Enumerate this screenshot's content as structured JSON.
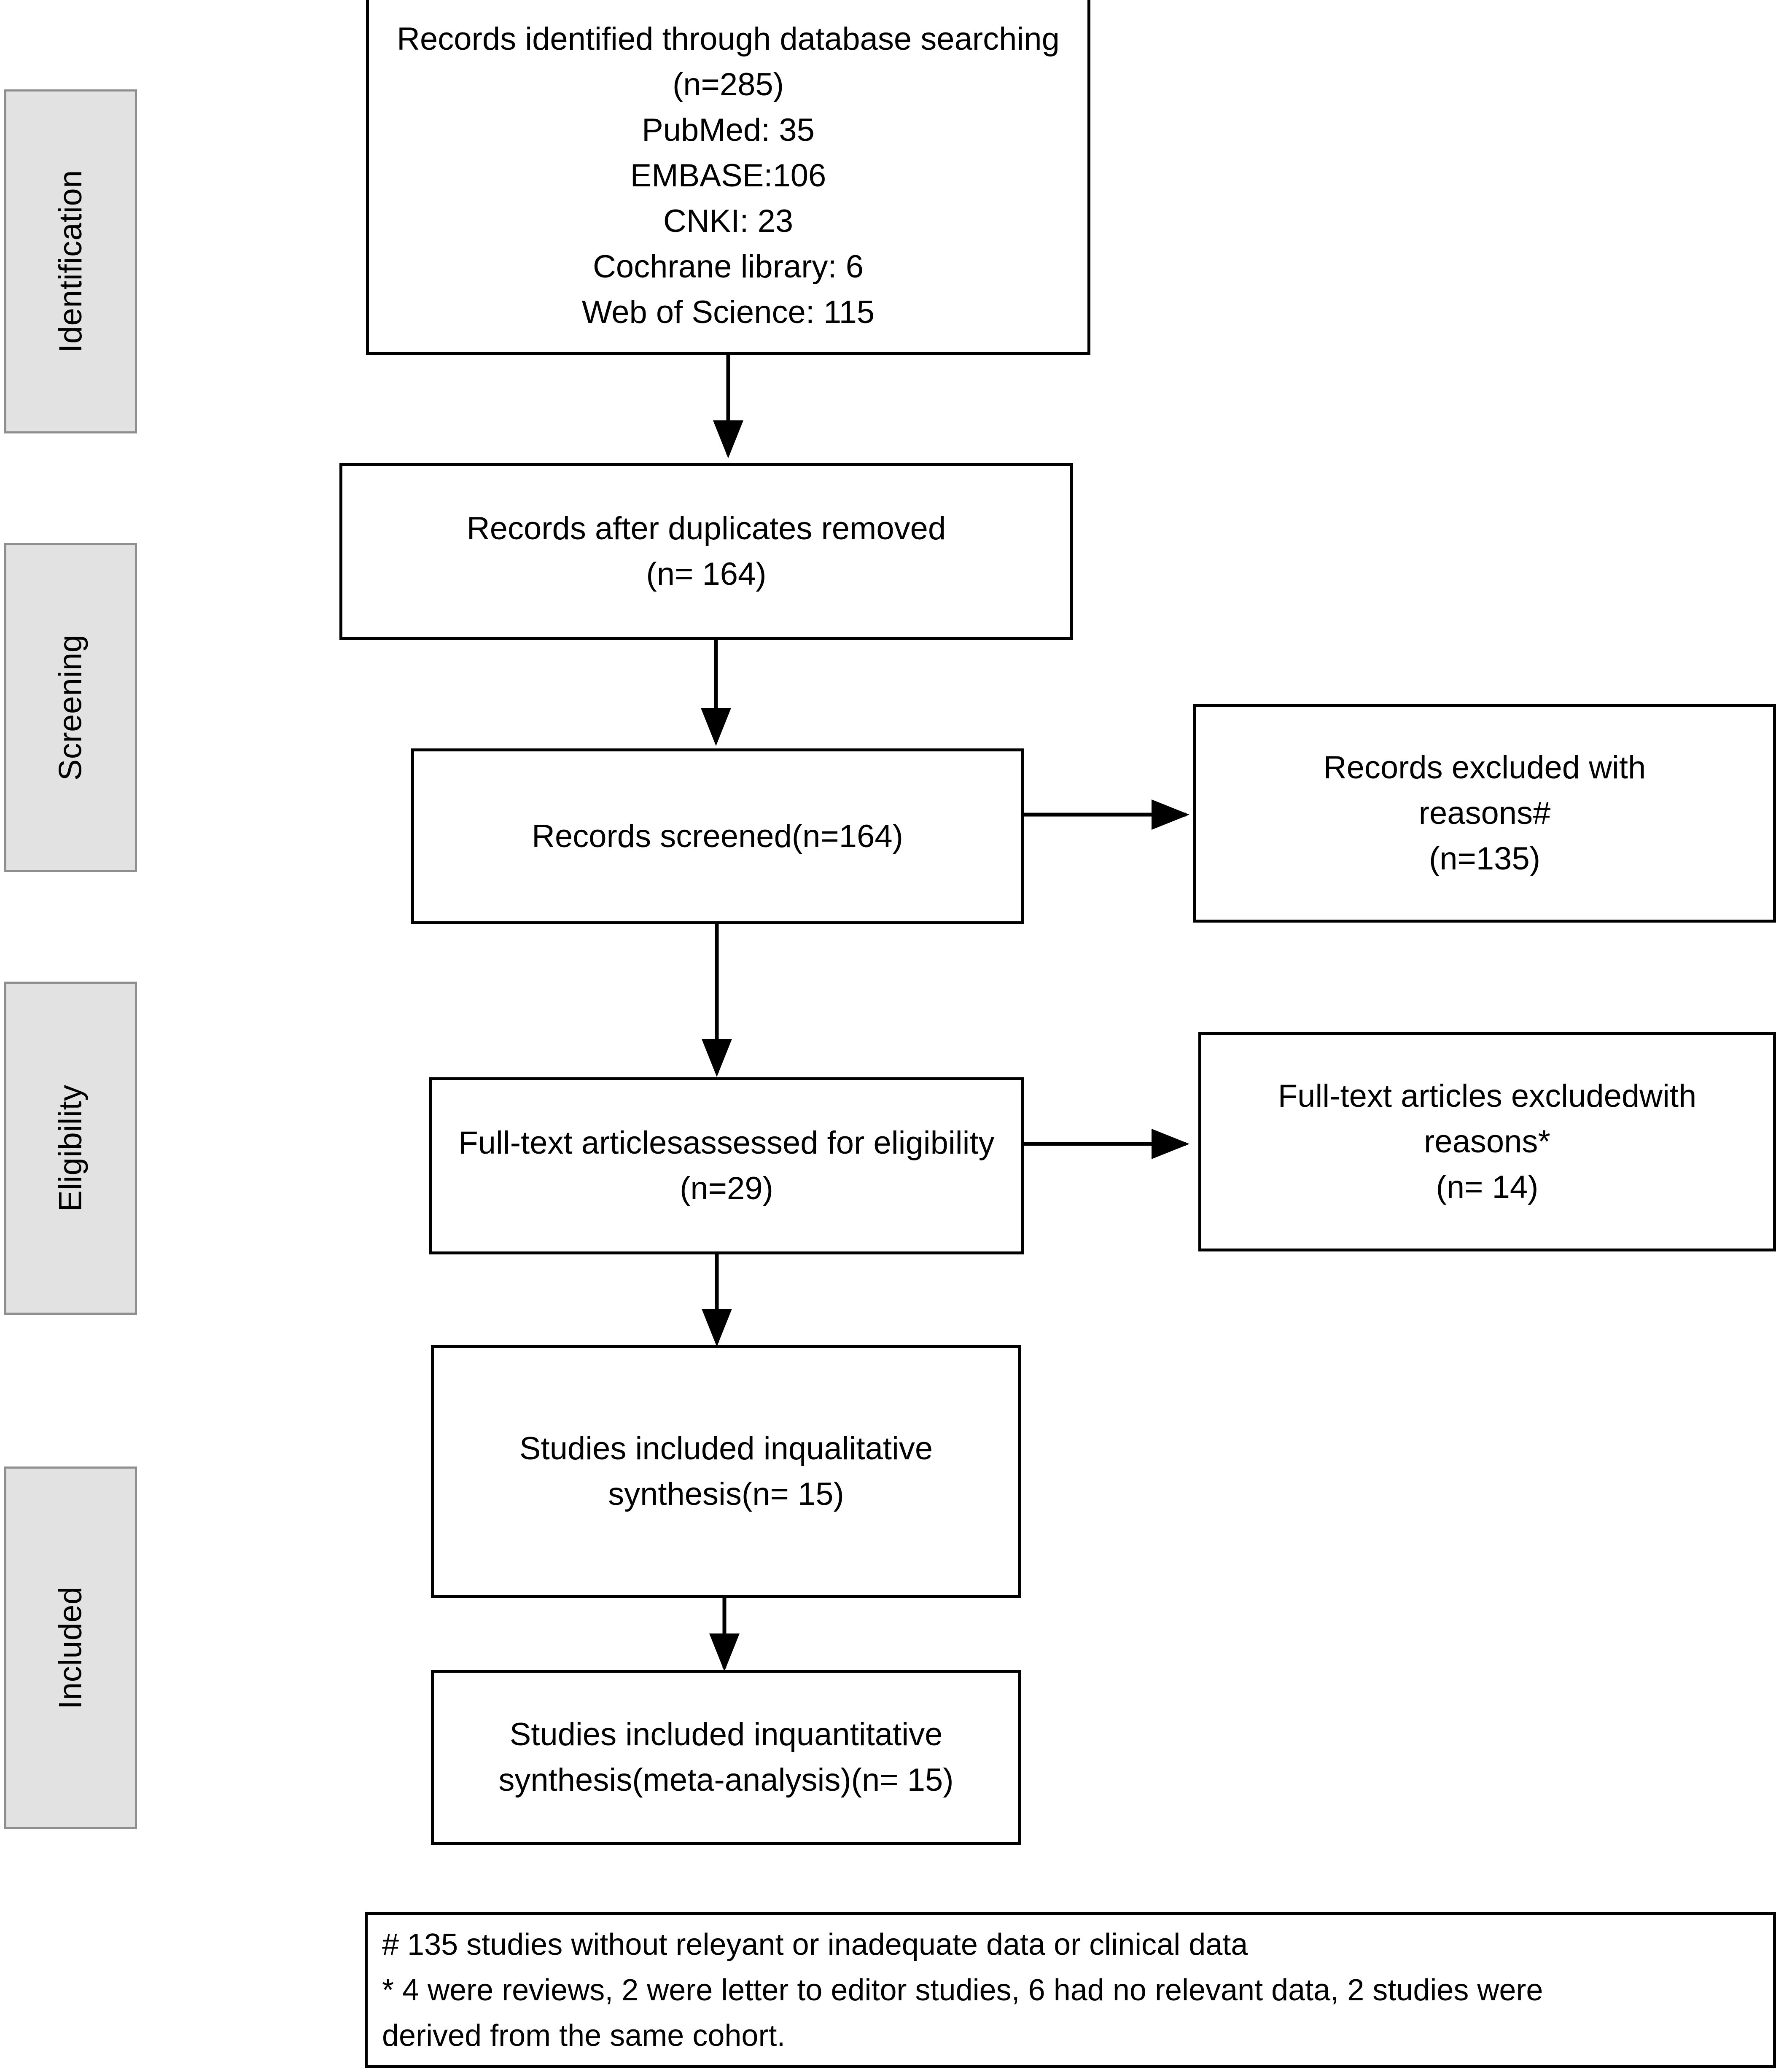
{
  "diagram": {
    "type": "prisma-flow-diagram",
    "stages": [
      {
        "id": "identification",
        "label": "Identification"
      },
      {
        "id": "screening",
        "label": "Screening"
      },
      {
        "id": "eligibility",
        "label": "Eligibility"
      },
      {
        "id": "included",
        "label": "Included"
      }
    ],
    "boxes": {
      "identified": {
        "text": "Records identified through database searching\n(n=285)\nPubMed: 35\nEMBASE:106\nCNKI: 23\nCochrane library: 6\nWeb of Science: 115",
        "total": 285,
        "sources": [
          {
            "name": "PubMed",
            "count": 35
          },
          {
            "name": "EMBASE",
            "count": 106
          },
          {
            "name": "CNKI",
            "count": 23
          },
          {
            "name": "Cochrane library",
            "count": 6
          },
          {
            "name": "Web of Science",
            "count": 115
          }
        ]
      },
      "duplicates_removed": {
        "text": "Records after duplicates removed\n(n= 164)",
        "count": 164
      },
      "screened": {
        "text": "Records screened(n=164)",
        "count": 164
      },
      "records_excluded": {
        "text": "Records excluded with\nreasons#\n(n=135)",
        "count": 135
      },
      "fulltext_assessed": {
        "text": "Full-text articlesassessed for eligibility\n(n=29)",
        "count": 29
      },
      "fulltext_excluded": {
        "text": "Full-text articles excludedwith\nreasons*\n(n= 14)",
        "count": 14
      },
      "qualitative": {
        "text": "Studies included inqualitative\nsynthesis(n= 15)",
        "count": 15
      },
      "quantitative": {
        "text": "Studies included inquantitative\nsynthesis(meta-analysis)(n= 15)",
        "count": 15
      }
    },
    "footnote": {
      "line1": "# 135 studies without releyant or inadequate data or clinical data",
      "line2": " * 4 were reviews, 2 were letter to editor studies, 6 had no relevant data, 2 studies were",
      "line3": "derived from the same cohort."
    },
    "colors": {
      "stage_band_fill": "#e2e2e2",
      "stage_band_border": "#8f8f8f",
      "box_border": "#000000",
      "box_fill": "#ffffff",
      "connector": "#000000",
      "text": "#000000"
    }
  }
}
